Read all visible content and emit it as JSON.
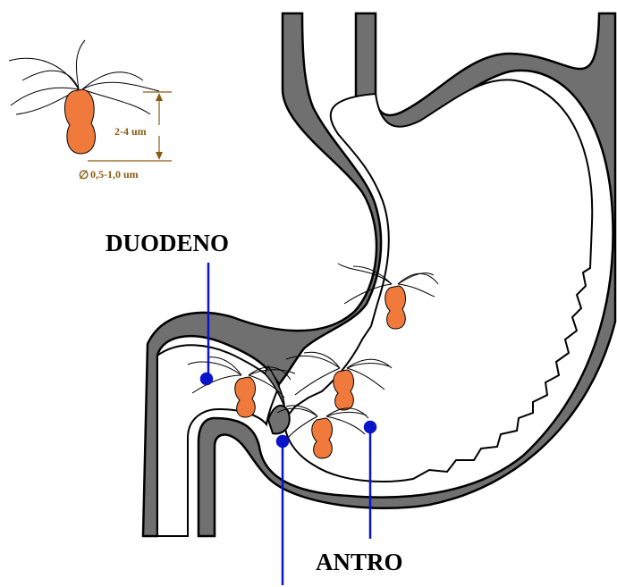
{
  "labels": {
    "duodeno": "DUODENO",
    "antro": "ANTRO"
  },
  "dimensions": {
    "length": "2-4 um",
    "diameter": "0,5-1,0 um",
    "diameter_symbol": "∅"
  },
  "colors": {
    "wall": "#707070",
    "outline": "#000000",
    "bacterium": "#f07a3c",
    "pointer": "#0a14c8",
    "dimension": "#8a5a10"
  },
  "icons": {
    "bacterium": "helicobacter-bacterium-icon"
  }
}
